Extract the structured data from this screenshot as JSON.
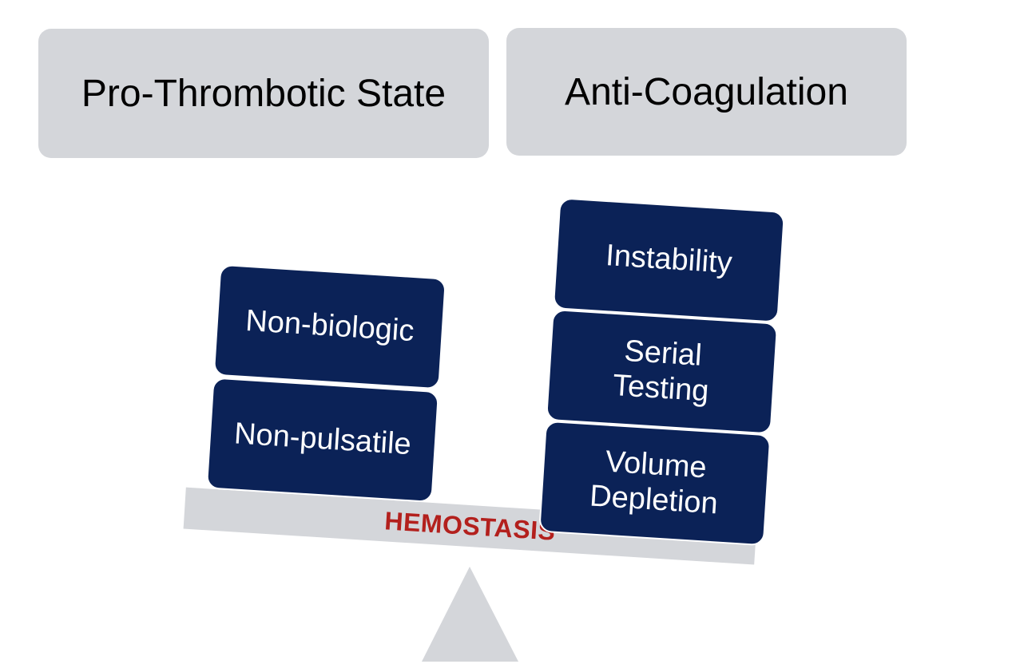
{
  "header": {
    "left_label": "Pro-Thrombotic State",
    "right_label": "Anti-Coagulation"
  },
  "scale": {
    "beam_label": "HEMOSTASIS",
    "left_weights": [
      "Non-pulsatile",
      "Non-biologic"
    ],
    "right_weights": [
      "Volume\nDepletion",
      "Serial\nTesting",
      "Instability"
    ]
  },
  "colors": {
    "header_box": "#d4d6da",
    "weight_box": "#0b2257",
    "beam": "#d4d6da",
    "beam_text": "#b3201d",
    "fulcrum": "#d4d6da"
  }
}
